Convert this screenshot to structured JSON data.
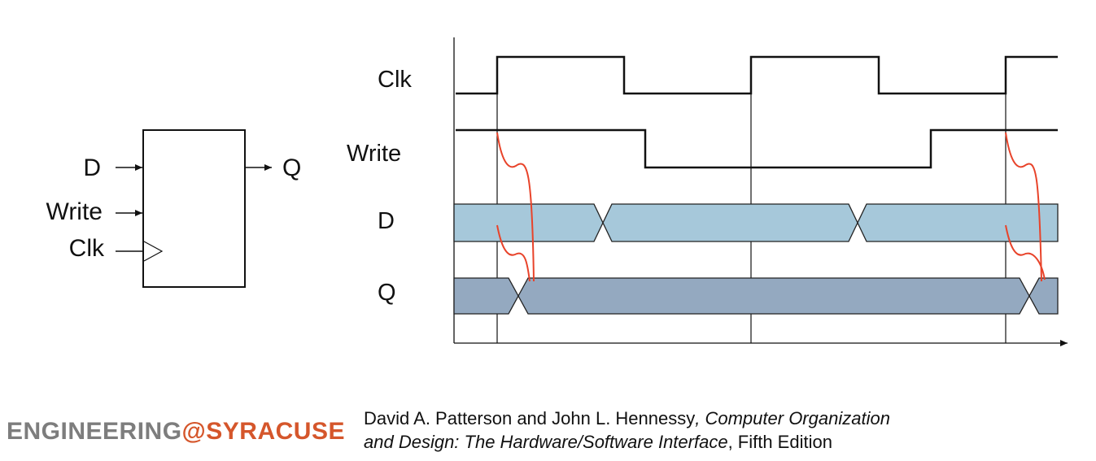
{
  "block": {
    "inputs": [
      "D",
      "Write",
      "Clk"
    ],
    "output": "Q"
  },
  "timing": {
    "signals": [
      "Clk",
      "Write",
      "D",
      "Q"
    ]
  },
  "colors": {
    "d_bus": "#a6c8da",
    "q_bus": "#94a9c0",
    "glitch": "#e8432a",
    "logo_gray": "#7d7d7d",
    "logo_orange": "#d5562b"
  },
  "logo": {
    "part1": "ENGINEERING",
    "part2": "@SYRACUSE"
  },
  "citation": {
    "authors": "David A. Patterson and John L. Hennessy",
    "sep": ", ",
    "title_line1": "Computer Organization",
    "title_line2": "and Design: The Hardware/Software Interface",
    "edition": ", Fifth Edition"
  }
}
